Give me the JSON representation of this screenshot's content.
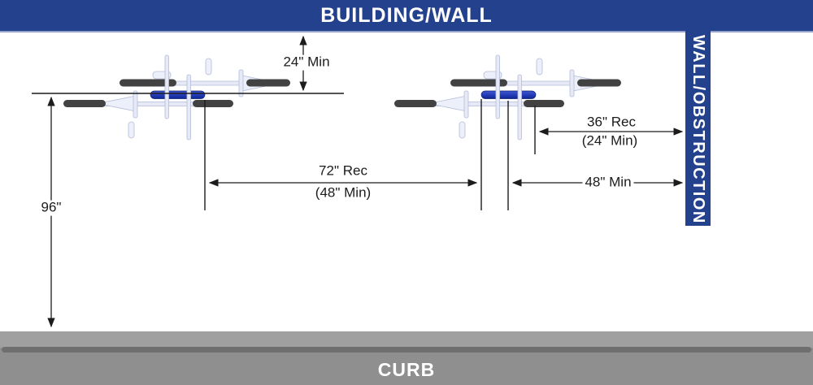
{
  "banners": {
    "top": "BUILDING/WALL",
    "right": "WALL/OBSTRUCTION",
    "bottom": "CURB"
  },
  "dims": {
    "clearance_top": "24\" Min",
    "depth": "96\"",
    "rack_spacing": "72\" Rec",
    "rack_spacing_min": "(48\" Min)",
    "wall_clearance": "48\" Min",
    "wall_side": "36\" Rec",
    "wall_side_min": "(24\" Min)"
  },
  "colors": {
    "banner_blue": "#24418E",
    "curb_top": "#A0A0A0",
    "curb_lip": "#6F6F6F",
    "curb_body": "#8F8F8F",
    "line": "#1C1C1C",
    "wheel": "#424242",
    "frame": "#E7EAF6",
    "frame_stroke": "#B3BCD9",
    "bike_blue": "#1C39B8"
  }
}
